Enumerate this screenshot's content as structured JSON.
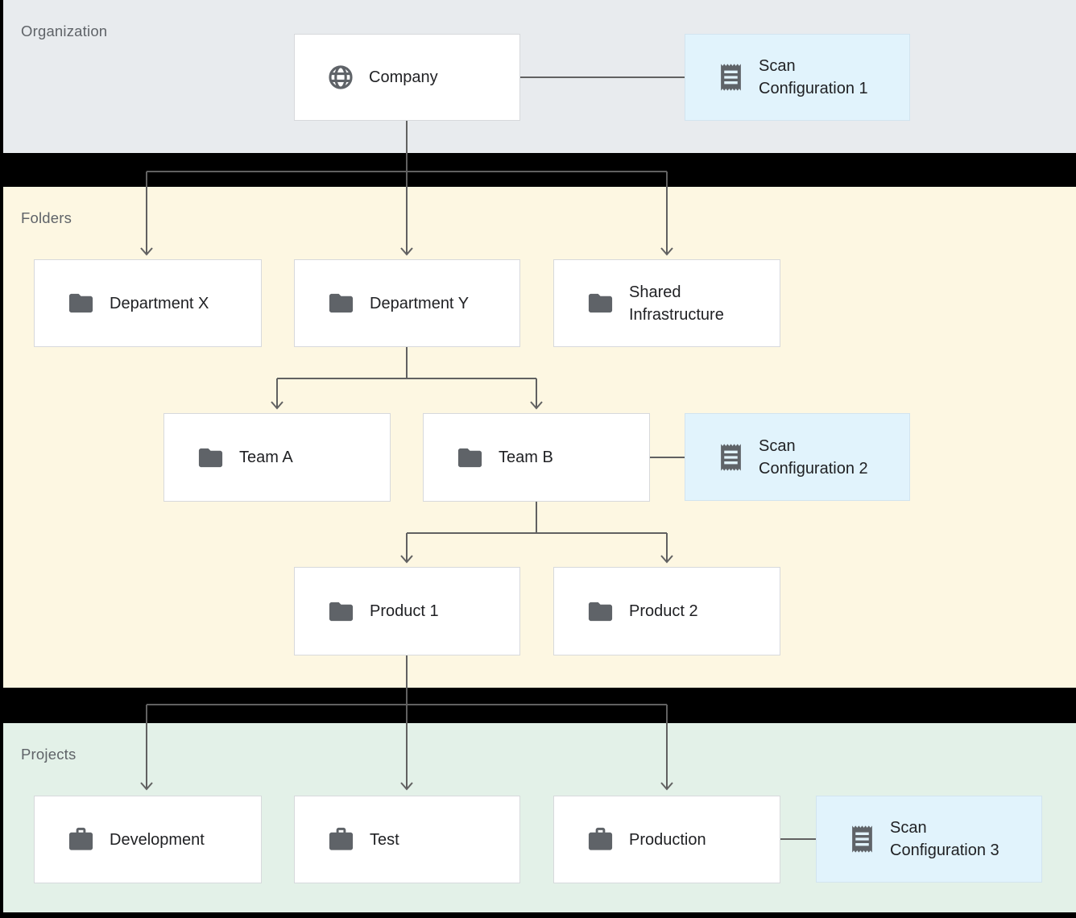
{
  "diagram": {
    "bands": {
      "organization": {
        "label": "Organization"
      },
      "folders": {
        "label": "Folders"
      },
      "projects": {
        "label": "Projects"
      }
    },
    "nodes": {
      "company": {
        "label": "Company",
        "icon": "globe"
      },
      "scan_config_1": {
        "label": "Scan Configuration 1",
        "icon": "receipt"
      },
      "department_x": {
        "label": "Department X",
        "icon": "folder"
      },
      "department_y": {
        "label": "Department Y",
        "icon": "folder"
      },
      "shared_infrastructure": {
        "label": "Shared Infrastructure",
        "icon": "folder"
      },
      "team_a": {
        "label": "Team A",
        "icon": "folder"
      },
      "team_b": {
        "label": "Team B",
        "icon": "folder"
      },
      "scan_config_2": {
        "label": "Scan Configuration 2",
        "icon": "receipt"
      },
      "product_1": {
        "label": "Product 1",
        "icon": "folder"
      },
      "product_2": {
        "label": "Product 2",
        "icon": "folder"
      },
      "development": {
        "label": "Development",
        "icon": "briefcase"
      },
      "test": {
        "label": "Test",
        "icon": "briefcase"
      },
      "production": {
        "label": "Production",
        "icon": "briefcase"
      },
      "scan_config_3": {
        "label": "Scan Configuration 3",
        "icon": "receipt"
      }
    },
    "colors": {
      "organization_band": "#e8ebee",
      "folders_band": "#fdf7e2",
      "projects_band": "#e3f1e8",
      "scan_config_box": "#e1f3fc",
      "node_box": "#ffffff",
      "node_border": "#d7d9dc",
      "connector": "#616161",
      "icon": "#5f6368",
      "node_text": "#202124",
      "band_label": "#5f6368",
      "background": "#000000"
    }
  }
}
